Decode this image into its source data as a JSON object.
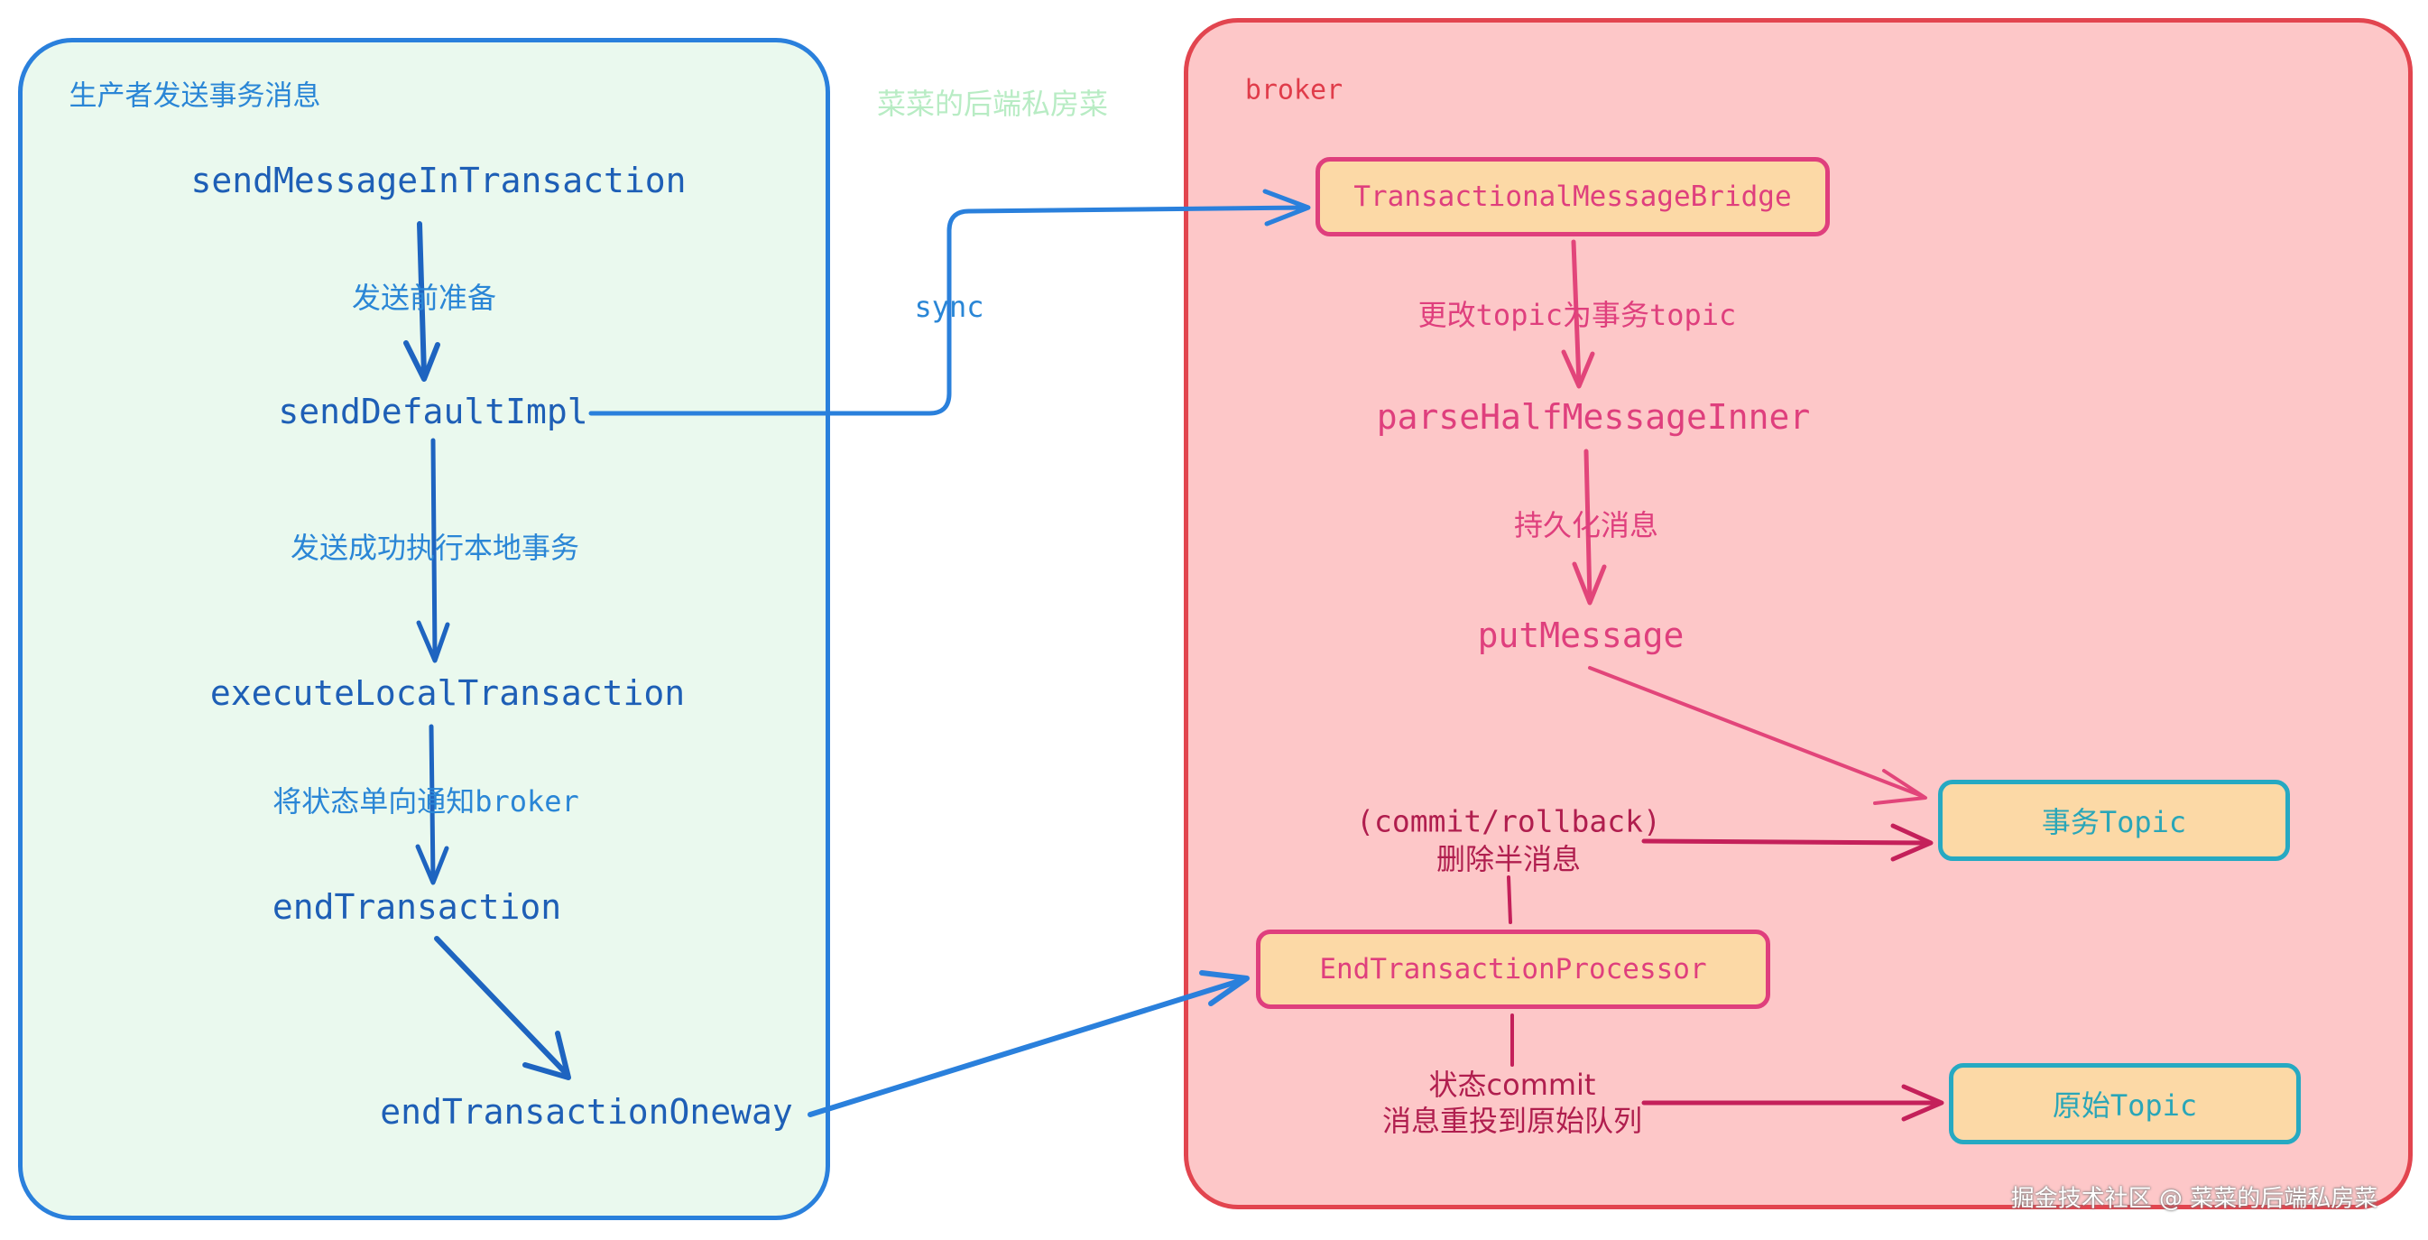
{
  "producer": {
    "title": "生产者发送事务消息",
    "nodes": {
      "send_message_in_transaction": "sendMessageInTransaction",
      "send_default_impl": "sendDefaultImpl",
      "execute_local_transaction": "executeLocalTransaction",
      "end_transaction": "endTransaction",
      "end_transaction_oneway": "endTransactionOneway"
    },
    "edges": {
      "prepare": "发送前准备",
      "execute_local": "发送成功执行本地事务",
      "notify_broker_prefix": "将状态单向通知",
      "notify_broker_suffix": "broker"
    }
  },
  "watermark_top": "菜菜的后端私房菜",
  "sync_label": "sync",
  "broker": {
    "title": "broker",
    "nodes": {
      "bridge": "TransactionalMessageBridge",
      "parse_half": "parseHalfMessageInner",
      "put_message": "putMessage",
      "end_processor": "EndTransactionProcessor",
      "tx_topic": "事务Topic",
      "orig_topic": "原始Topic"
    },
    "edges": {
      "change_topic": "更改topic为事务topic",
      "persist": "持久化消息",
      "commit_rollback": "(commit/rollback)",
      "delete_half": "删除半消息",
      "state_commit": "状态commit",
      "redeliver": "消息重投到原始队列"
    }
  },
  "footer": "掘金技术社区 @ 菜菜的后端私房菜",
  "colors": {
    "producer_bg": "#eaf9ee",
    "producer_border": "#2a80dc",
    "broker_bg": "#fdc7c8",
    "broker_border": "#e2454f",
    "box_fill": "#fcd9a6"
  }
}
